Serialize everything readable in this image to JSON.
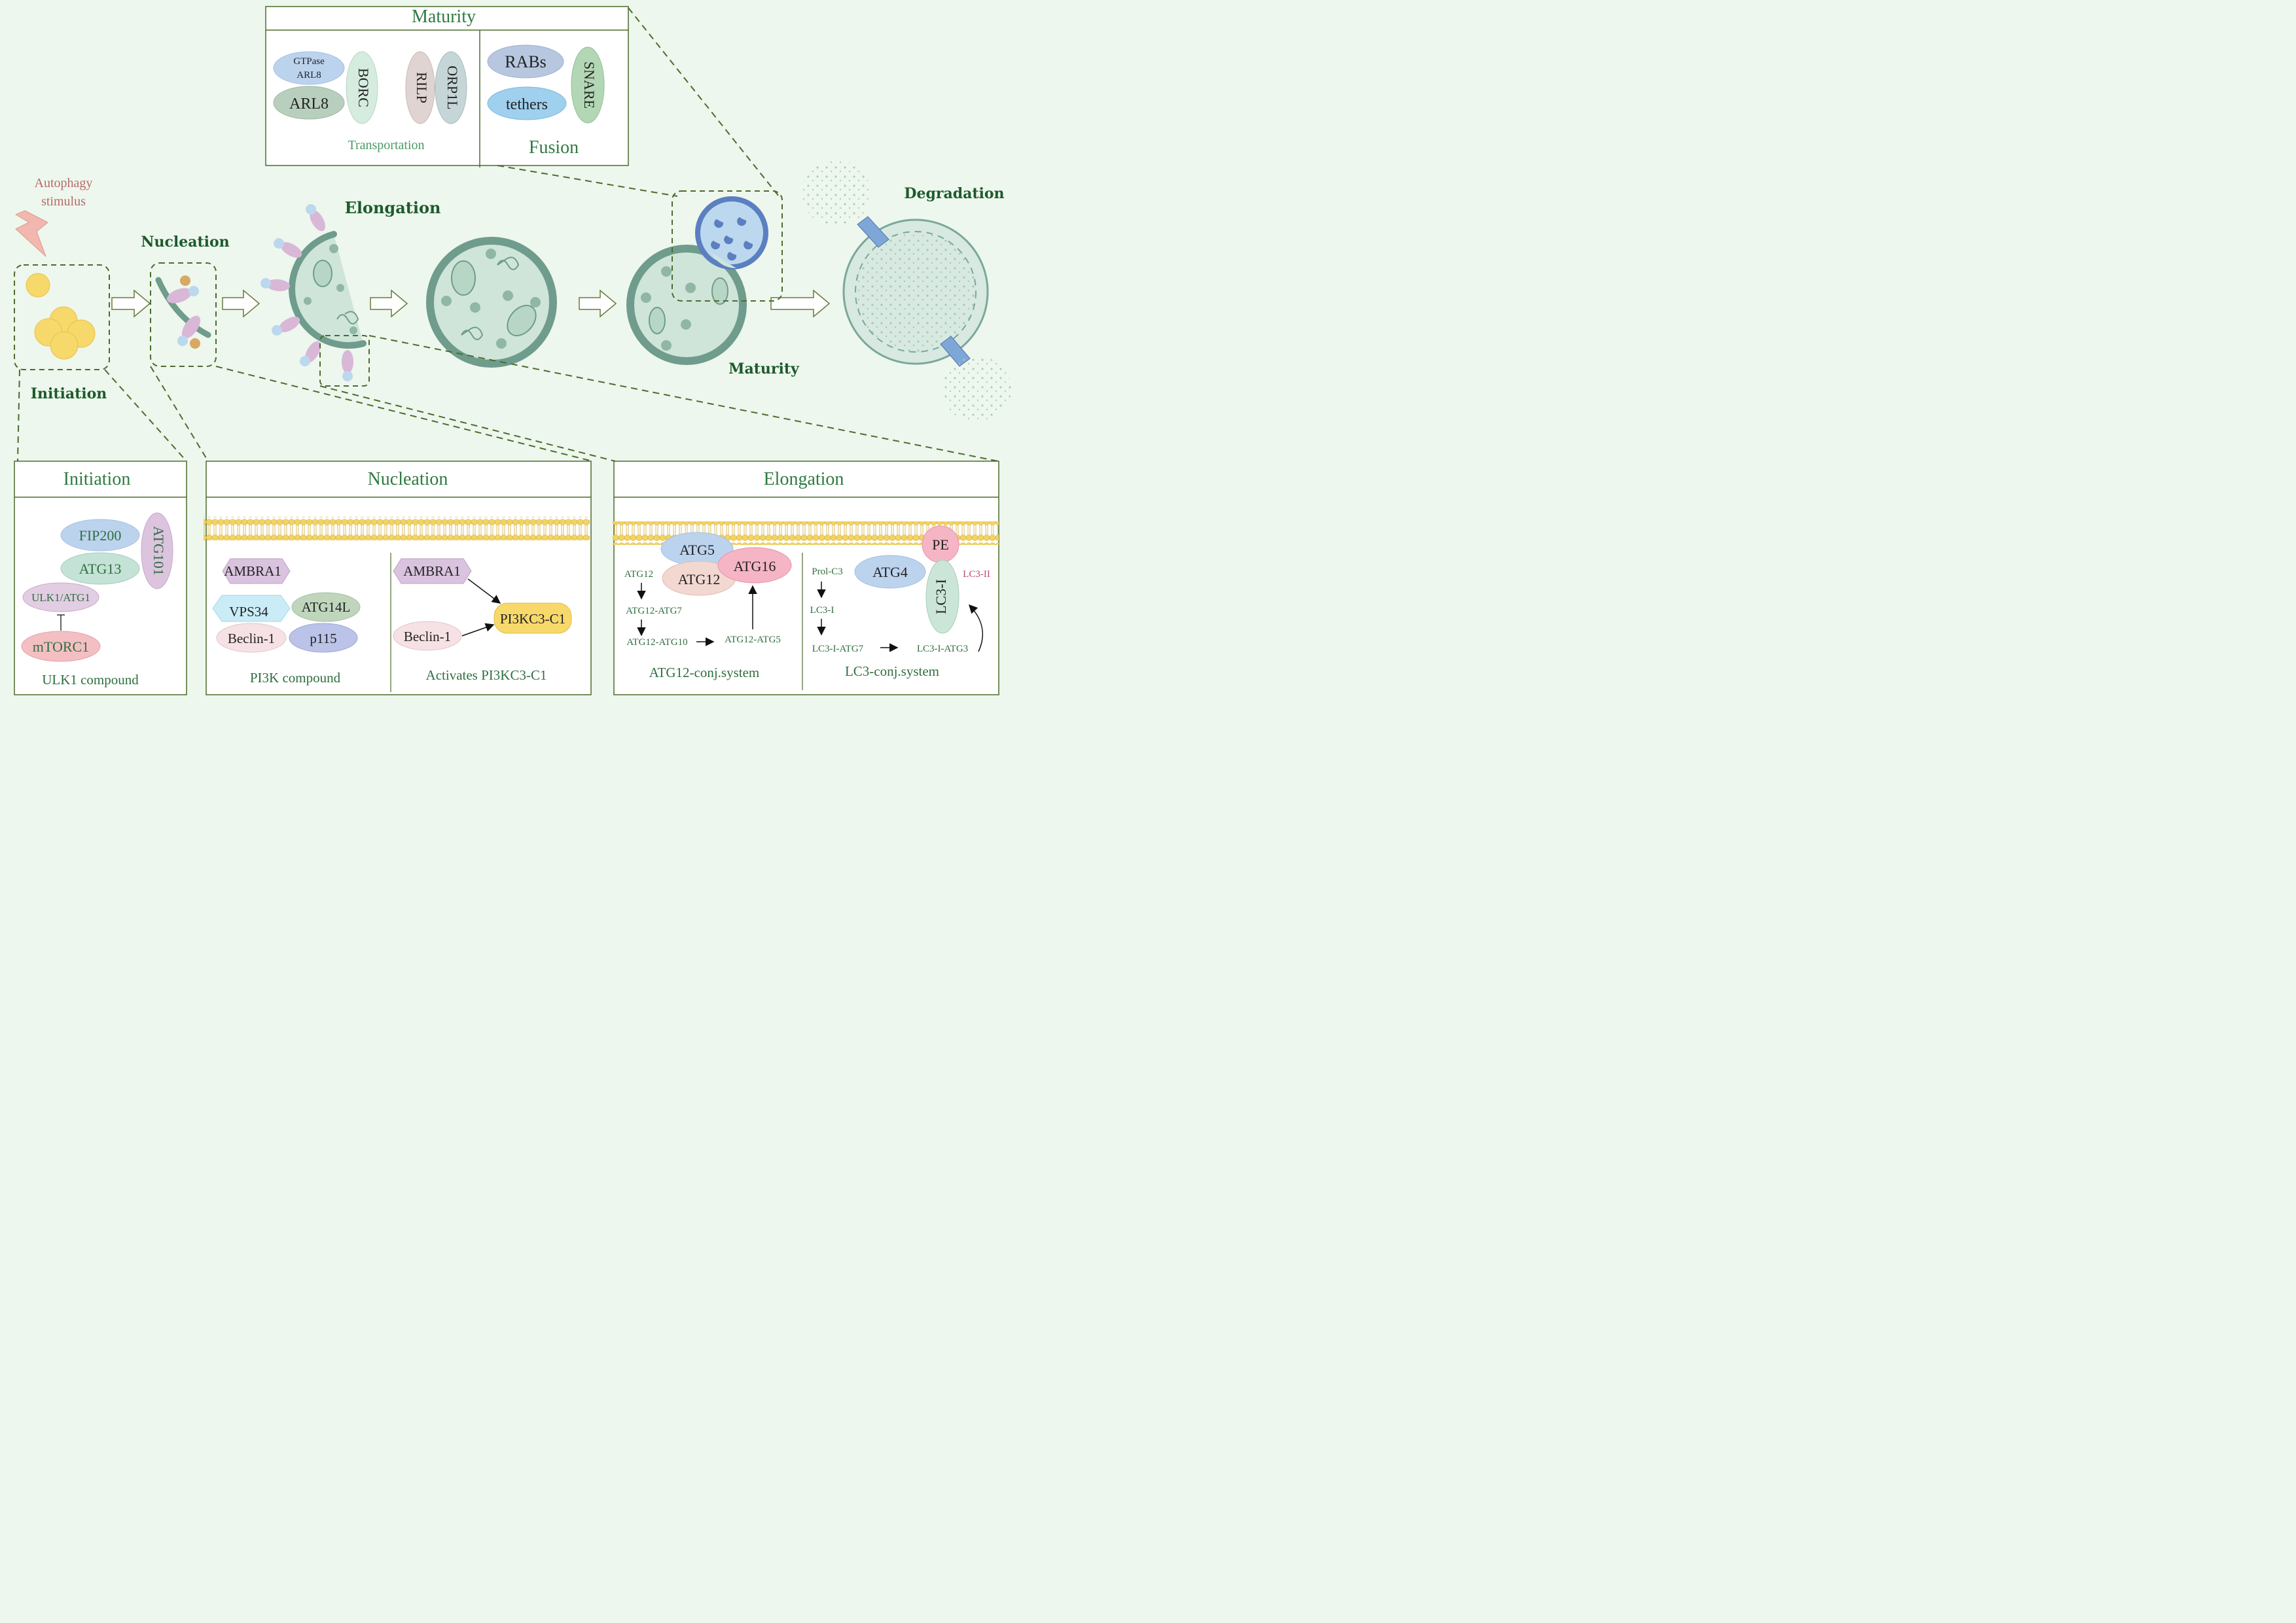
{
  "colors": {
    "background": "#edf7ed",
    "green_text": "#2f7a42",
    "stage_title": "#1e5a2d",
    "dash": "#4d6b2c",
    "vesicle_ring": "#6f9c8c",
    "vesicle_fill": "#cfe5da",
    "stimulus": "#b86a6a",
    "membrane_head": "#f2d363"
  },
  "stimulus": {
    "line1": "Autophagy",
    "line2": "stimulus"
  },
  "stages": {
    "initiation": "Initiation",
    "nucleation": "Nucleation",
    "elongation": "Elongation",
    "maturity": "Maturity",
    "degradation": "Degradation"
  },
  "maturity_panel": {
    "title": "Maturity",
    "gtpase_line1": "GTPase",
    "gtpase_line2": "ARL8",
    "arl8": "ARL8",
    "borc": "BORC",
    "rilp": "RILP",
    "orp1l": "ORP1L",
    "transportation": "Transportation",
    "rabs": "RABs",
    "tethers": "tethers",
    "snare": "SNARE",
    "fusion": "Fusion"
  },
  "initiation_panel": {
    "title": "Initiation",
    "fip200": "FIP200",
    "atg13": "ATG13",
    "atg101": "ATG101",
    "ulk1": "ULK1/ATG1",
    "mtorc1": "mTORC1",
    "caption": "ULK1 compound"
  },
  "nucleation_panel": {
    "title": "Nucleation",
    "ambra1": "AMBRA1",
    "vps34": "VPS34",
    "atg14l": "ATG14L",
    "beclin1": "Beclin-1",
    "p115": "p115",
    "caption_left": "PI3K compound",
    "ambra1_right": "AMBRA1",
    "beclin1_right": "Beclin-1",
    "pi3kc3": "PI3KC3-C1",
    "caption_right": "Activates PI3KC3-C1"
  },
  "elongation_panel": {
    "title": "Elongation",
    "atg5": "ATG5",
    "atg12": "ATG12",
    "atg16": "ATG16",
    "step_atg12": "ATG12",
    "step_atg12_atg7": "ATG12-ATG7",
    "step_atg12_atg10": "ATG12-ATG10",
    "step_atg12_atg5": "ATG12-ATG5",
    "caption_left": "ATG12-conj.system",
    "prol_c3": "Prol-C3",
    "lc3_i": "LC3-I",
    "atg4": "ATG4",
    "pe": "PE",
    "lc3_ii": "LC3-II",
    "lc3_i_oval": "LC3-I",
    "lc3_i_atg7": "LC3-I-ATG7",
    "lc3_i_atg3": "LC3-I-ATG3",
    "caption_right": "LC3-conj.system"
  }
}
